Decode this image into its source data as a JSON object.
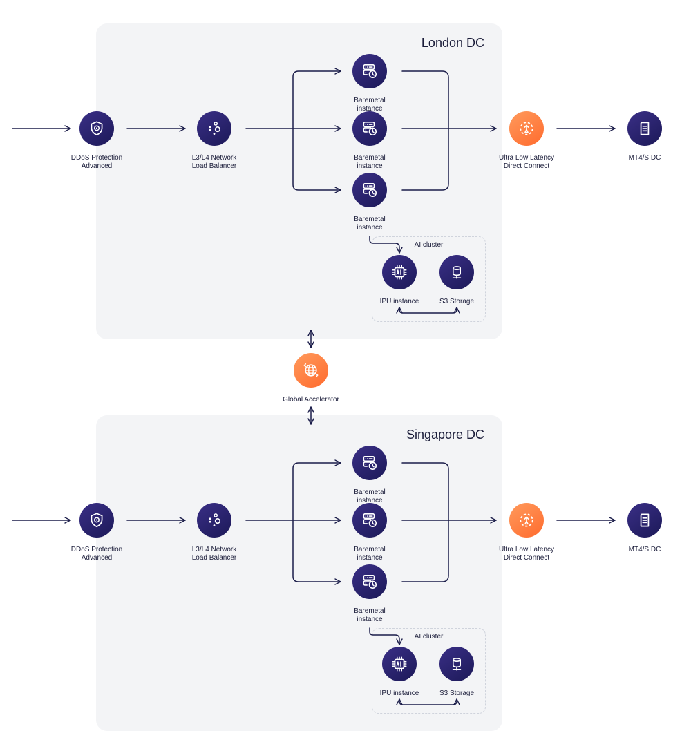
{
  "regions": [
    {
      "title": "London DC",
      "entry": {
        "title": [
          "DDoS Protection",
          "Advanced"
        ],
        "icon": "shield-icon"
      },
      "balancer": {
        "title": [
          "L3/L4 Network",
          "Load Balancer"
        ],
        "icon": "nodes-icon"
      },
      "instances": [
        {
          "title": [
            "Baremetal",
            "instance"
          ],
          "icon": "server-clock-icon"
        },
        {
          "title": [
            "Baremetal",
            "instance"
          ],
          "icon": "server-clock-icon"
        },
        {
          "title": [
            "Baremetal",
            "instance"
          ],
          "icon": "server-clock-icon"
        }
      ],
      "connect": {
        "title": [
          "Ultra Low Latency",
          "Direct Connect"
        ],
        "icon": "direct-connect-icon"
      },
      "target": {
        "title": [
          "MT4/S DC"
        ],
        "icon": "datacenter-icon"
      },
      "cluster": {
        "title": "AI cluster",
        "ipu": {
          "title": [
            "IPU instance"
          ],
          "icon": "ai-chip-icon"
        },
        "storage": {
          "title": [
            "S3 Storage"
          ],
          "icon": "database-icon"
        }
      }
    },
    {
      "title": "Singapore DC",
      "entry": {
        "title": [
          "DDoS Protection",
          "Advanced"
        ],
        "icon": "shield-icon"
      },
      "balancer": {
        "title": [
          "L3/L4 Network",
          "Load Balancer"
        ],
        "icon": "nodes-icon"
      },
      "instances": [
        {
          "title": [
            "Baremetal",
            "instance"
          ],
          "icon": "server-clock-icon"
        },
        {
          "title": [
            "Baremetal",
            "instance"
          ],
          "icon": "server-clock-icon"
        },
        {
          "title": [
            "Baremetal",
            "instance"
          ],
          "icon": "server-clock-icon"
        }
      ],
      "connect": {
        "title": [
          "Ultra Low Latency",
          "Direct Connect"
        ],
        "icon": "direct-connect-icon"
      },
      "target": {
        "title": [
          "MT4/S DC"
        ],
        "icon": "datacenter-icon"
      },
      "cluster": {
        "title": "AI cluster",
        "ipu": {
          "title": [
            "IPU instance"
          ],
          "icon": "ai-chip-icon"
        },
        "storage": {
          "title": [
            "S3 Storage"
          ],
          "icon": "database-icon"
        }
      }
    }
  ],
  "accelerator": {
    "title": [
      "Global Accelerator"
    ],
    "icon": "globe-icon"
  },
  "colors": {
    "panel": "#f3f4f6",
    "navy": "#221e63",
    "orange": "#ff7a3d",
    "line": "#1b1d4a",
    "text": "#1b1d3a"
  }
}
